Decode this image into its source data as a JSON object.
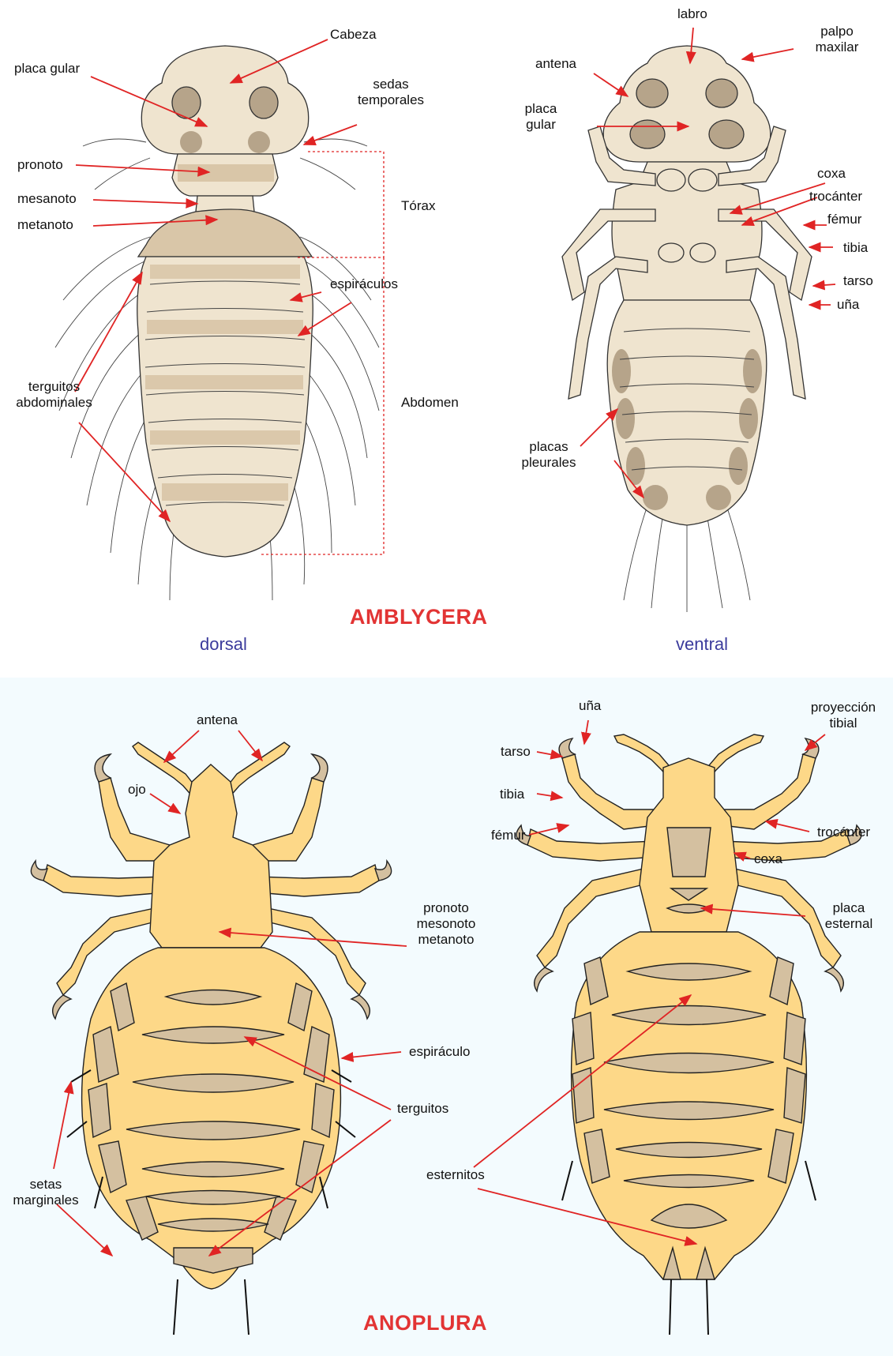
{
  "amblycera": {
    "title": "AMBLYCERA",
    "dorsal": {
      "view": "dorsal",
      "labels": {
        "cabeza": "Cabeza",
        "placa_gular": "placa gular",
        "sedas_temporales": "sedas\ntemporales",
        "pronoto": "pronoto",
        "mesanoto": "mesanoto",
        "metanoto": "metanoto",
        "torax": "Tórax",
        "espiraculos": "espiráculos",
        "terguitos_abdominales": "terguitos\nabdominales",
        "abdomen": "Abdomen"
      }
    },
    "ventral": {
      "view": "ventral",
      "labels": {
        "labro": "labro",
        "palpo_maxilar": "palpo\nmaxilar",
        "antena": "antena",
        "placa_gular": "placa\ngular",
        "coxa": "coxa",
        "trocanter": "trocánter",
        "femur": "fémur",
        "tibia": "tibia",
        "tarso": "tarso",
        "una": "uña",
        "placas_pleurales": "placas\npleurales"
      }
    }
  },
  "anoplura": {
    "title": "ANOPLURA",
    "dorsal": {
      "labels": {
        "antena": "antena",
        "ojo": "ojo",
        "pronoto_meso_meta": "pronoto\nmesonoto\nmetanoto",
        "espiraculo": "espiráculo",
        "terguitos": "terguitos",
        "setas_marginales": "setas\nmarginales"
      }
    },
    "ventral": {
      "labels": {
        "una": "uña",
        "proyeccion_tibial": "proyección\ntibial",
        "tarso": "tarso",
        "tibia": "tibia",
        "femur": "fémur",
        "trocanter": "trocánter",
        "coxa": "coxa",
        "placa_esternal": "placa\nesternal",
        "esternitos": "esternitos"
      }
    }
  },
  "colors": {
    "arrow": "#e02424",
    "title": "#e23434",
    "view_label": "#3b3b9c",
    "amblycera_body": "#efe4cf",
    "amblycera_band": "#d9c6a8",
    "amblycera_dark": "#b6a48a",
    "anoplura_body": "#fdd888",
    "anoplura_plate": "#d4c0a0",
    "outline": "#222222",
    "lower_background": "#f3fbfe"
  }
}
